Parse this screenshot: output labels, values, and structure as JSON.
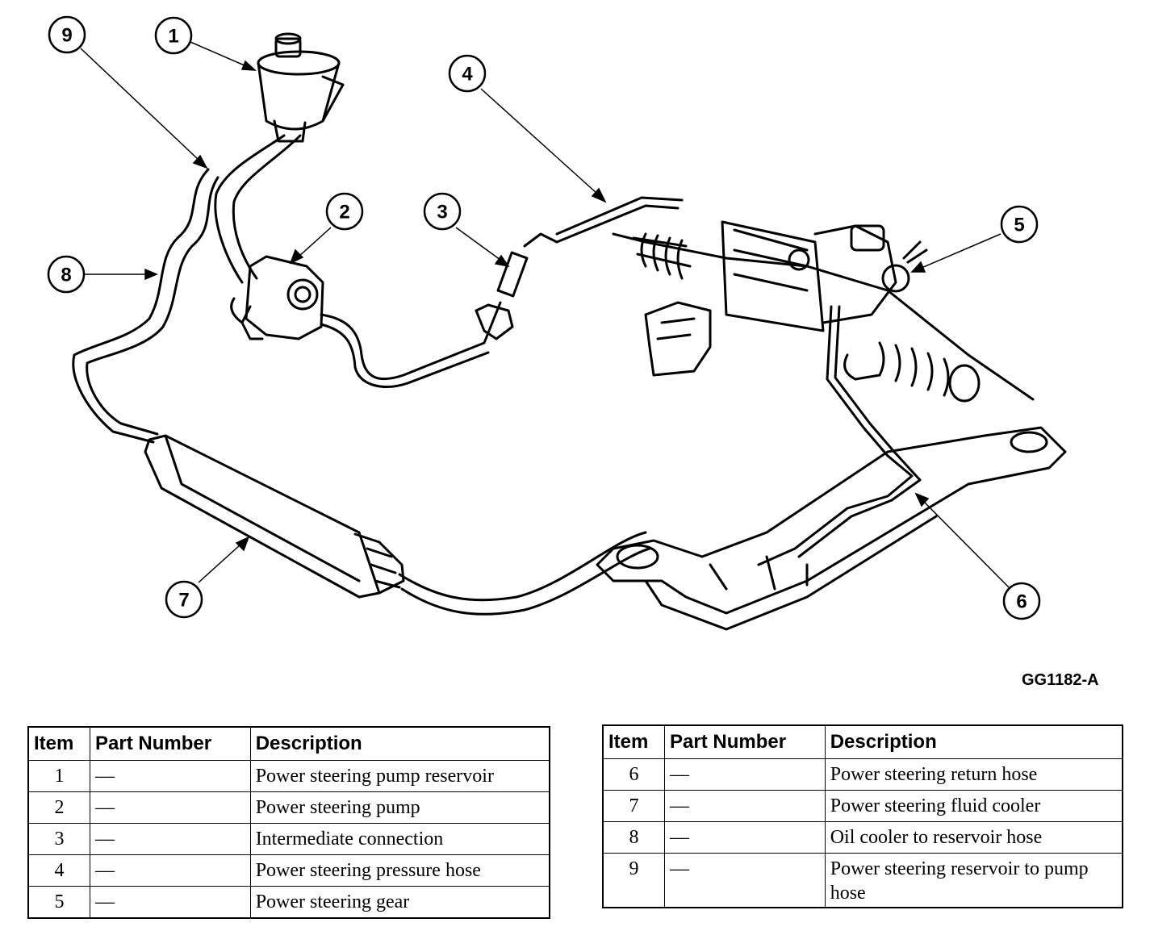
{
  "figure": {
    "id": "GG1182-A",
    "callouts": [
      "1",
      "2",
      "3",
      "4",
      "5",
      "6",
      "7",
      "8",
      "9"
    ]
  },
  "tables": {
    "headers": {
      "item": "Item",
      "part_number": "Part Number",
      "description": "Description"
    },
    "left": [
      {
        "item": "1",
        "part_number": "—",
        "description": "Power steering pump reservoir"
      },
      {
        "item": "2",
        "part_number": "—",
        "description": "Power steering pump"
      },
      {
        "item": "3",
        "part_number": "—",
        "description": "Intermediate connection"
      },
      {
        "item": "4",
        "part_number": "—",
        "description": "Power steering pressure hose"
      },
      {
        "item": "5",
        "part_number": "—",
        "description": "Power steering gear"
      }
    ],
    "right": [
      {
        "item": "6",
        "part_number": "—",
        "description": "Power steering return hose"
      },
      {
        "item": "7",
        "part_number": "—",
        "description": "Power steering fluid cooler"
      },
      {
        "item": "8",
        "part_number": "—",
        "description": "Oil cooler to reservoir hose"
      },
      {
        "item": "9",
        "part_number": "—",
        "description": "Power steering reservoir to pump hose"
      }
    ]
  }
}
